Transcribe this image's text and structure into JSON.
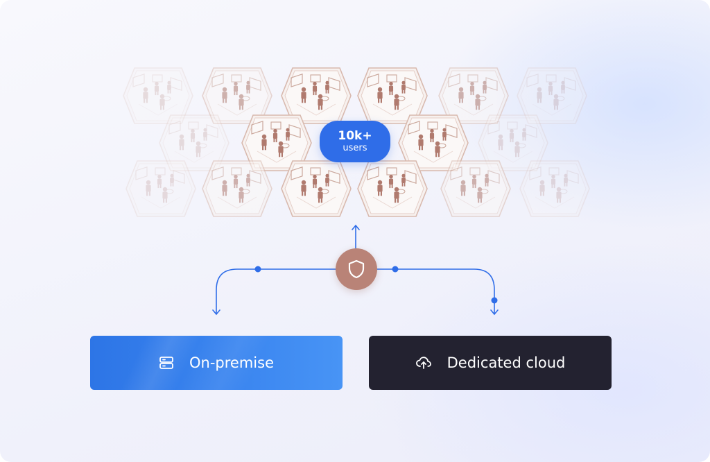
{
  "center_badge": {
    "value": "10k+",
    "unit": "users",
    "color": "#2f6de8"
  },
  "security_node": {
    "icon": "shield-icon",
    "color": "#b98377"
  },
  "hexagon_grid": {
    "rows": [
      [
        "faded",
        "medium",
        "full",
        "full",
        "medium",
        "faded"
      ],
      [
        "faded",
        "full",
        "badge",
        "full",
        "faded"
      ],
      [
        "faded",
        "medium",
        "full",
        "full",
        "medium",
        "faded"
      ]
    ],
    "accent_color": "#b07a6e"
  },
  "deployment_options": [
    {
      "label": "On-premise",
      "icon": "server-icon",
      "color": "#2f7ae8"
    },
    {
      "label": "Dedicated cloud",
      "icon": "cloud-upload-icon",
      "color": "#232230"
    }
  ],
  "connector_color": "#2f6de8"
}
